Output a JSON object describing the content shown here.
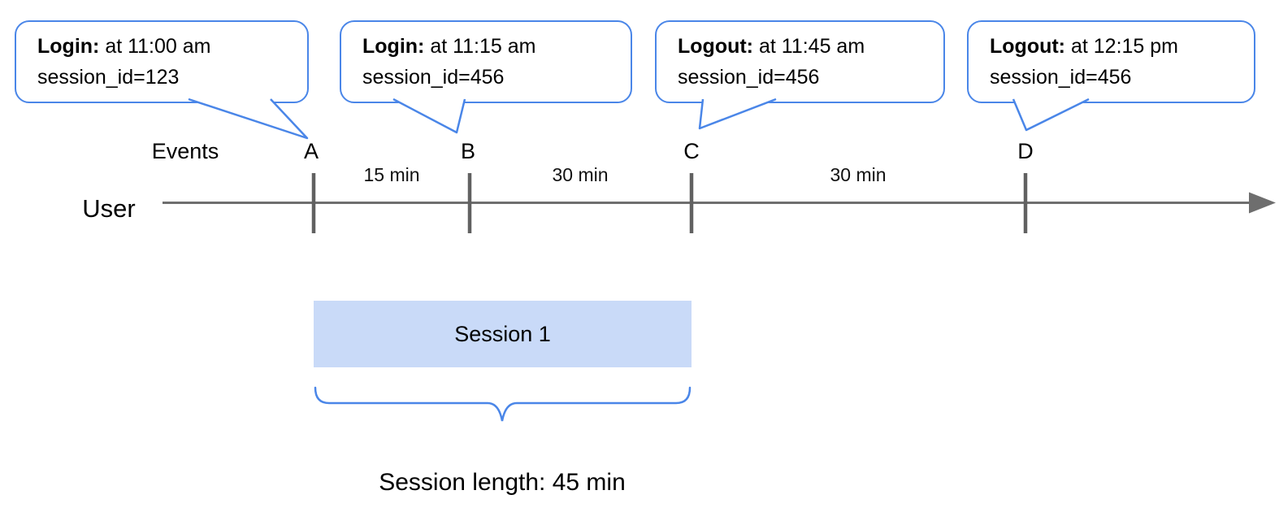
{
  "bubbles": [
    {
      "title": "Login:",
      "time": "at 11:00 am",
      "detail": "session_id=123"
    },
    {
      "title": "Login:",
      "time": "at 11:15 am",
      "detail": "session_id=456"
    },
    {
      "title": "Logout:",
      "time": "at 11:45 am",
      "detail": "session_id=456"
    },
    {
      "title": "Logout:",
      "time": "at 12:15 pm",
      "detail": "session_id=456"
    }
  ],
  "timeline": {
    "events_label": "Events",
    "user_label": "User",
    "markers": [
      "A",
      "B",
      "C",
      "D"
    ],
    "intervals": [
      "15 min",
      "30 min",
      "30 min"
    ]
  },
  "session": {
    "label": "Session 1"
  },
  "footer": {
    "label": "Session length: 45 min"
  },
  "colors": {
    "accent_blue": "#4a86e8",
    "session_fill": "#c9daf8",
    "axis_gray": "#6e6e6e",
    "tick_gray": "#616161"
  }
}
